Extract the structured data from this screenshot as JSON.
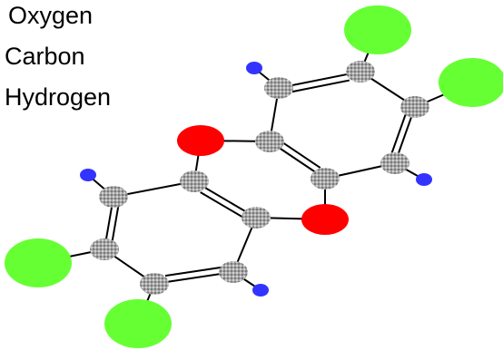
{
  "legend": {
    "oxygen": "Oxygen",
    "carbon": "Carbon",
    "hydrogen": "Hydrogen"
  },
  "colors": {
    "oxygen": "#ff0000",
    "carbon": "#a6a6a6",
    "hydrogen": "#3333ff",
    "chlorine": "#66ff33",
    "bond": "#000000"
  },
  "atoms": [
    {
      "id": "c1",
      "element": "carbon"
    },
    {
      "id": "c2",
      "element": "carbon"
    },
    {
      "id": "c3",
      "element": "carbon"
    },
    {
      "id": "c4",
      "element": "carbon"
    },
    {
      "id": "c5",
      "element": "carbon"
    },
    {
      "id": "c6",
      "element": "carbon"
    },
    {
      "id": "c7",
      "element": "carbon"
    },
    {
      "id": "c8",
      "element": "carbon"
    },
    {
      "id": "c9",
      "element": "carbon"
    },
    {
      "id": "c10",
      "element": "carbon"
    },
    {
      "id": "c11",
      "element": "carbon"
    },
    {
      "id": "c12",
      "element": "carbon"
    },
    {
      "id": "o1",
      "element": "oxygen"
    },
    {
      "id": "o2",
      "element": "oxygen"
    },
    {
      "id": "h1",
      "element": "hydrogen"
    },
    {
      "id": "h2",
      "element": "hydrogen"
    },
    {
      "id": "h3",
      "element": "hydrogen"
    },
    {
      "id": "h4",
      "element": "hydrogen"
    },
    {
      "id": "cl1",
      "element": "chlorine"
    },
    {
      "id": "cl2",
      "element": "chlorine"
    },
    {
      "id": "cl3",
      "element": "chlorine"
    },
    {
      "id": "cl4",
      "element": "chlorine"
    }
  ],
  "bonds": [
    {
      "from": "c1",
      "to": "c2",
      "order": 1
    },
    {
      "from": "c2",
      "to": "c3",
      "order": 2
    },
    {
      "from": "c3",
      "to": "c4",
      "order": 1
    },
    {
      "from": "c4",
      "to": "c5",
      "order": 2
    },
    {
      "from": "c5",
      "to": "c6",
      "order": 1
    },
    {
      "from": "c6",
      "to": "c1",
      "order": 2
    },
    {
      "from": "c7",
      "to": "c8",
      "order": 1
    },
    {
      "from": "c8",
      "to": "c9",
      "order": 2
    },
    {
      "from": "c9",
      "to": "c10",
      "order": 1
    },
    {
      "from": "c10",
      "to": "c11",
      "order": 2
    },
    {
      "from": "c11",
      "to": "c12",
      "order": 1
    },
    {
      "from": "c12",
      "to": "c7",
      "order": 2
    },
    {
      "from": "c1",
      "to": "o1",
      "order": 1
    },
    {
      "from": "o1",
      "to": "c12",
      "order": 1
    },
    {
      "from": "c6",
      "to": "o2",
      "order": 1
    },
    {
      "from": "o2",
      "to": "c7",
      "order": 1
    },
    {
      "from": "c2",
      "to": "h1",
      "order": 1
    },
    {
      "from": "c3",
      "to": "cl1",
      "order": 1
    },
    {
      "from": "c4",
      "to": "cl2",
      "order": 1
    },
    {
      "from": "c5",
      "to": "h2",
      "order": 1
    },
    {
      "from": "c8",
      "to": "h3",
      "order": 1
    },
    {
      "from": "c9",
      "to": "cl3",
      "order": 1
    },
    {
      "from": "c10",
      "to": "cl4",
      "order": 1
    },
    {
      "from": "c11",
      "to": "h4",
      "order": 1
    }
  ]
}
